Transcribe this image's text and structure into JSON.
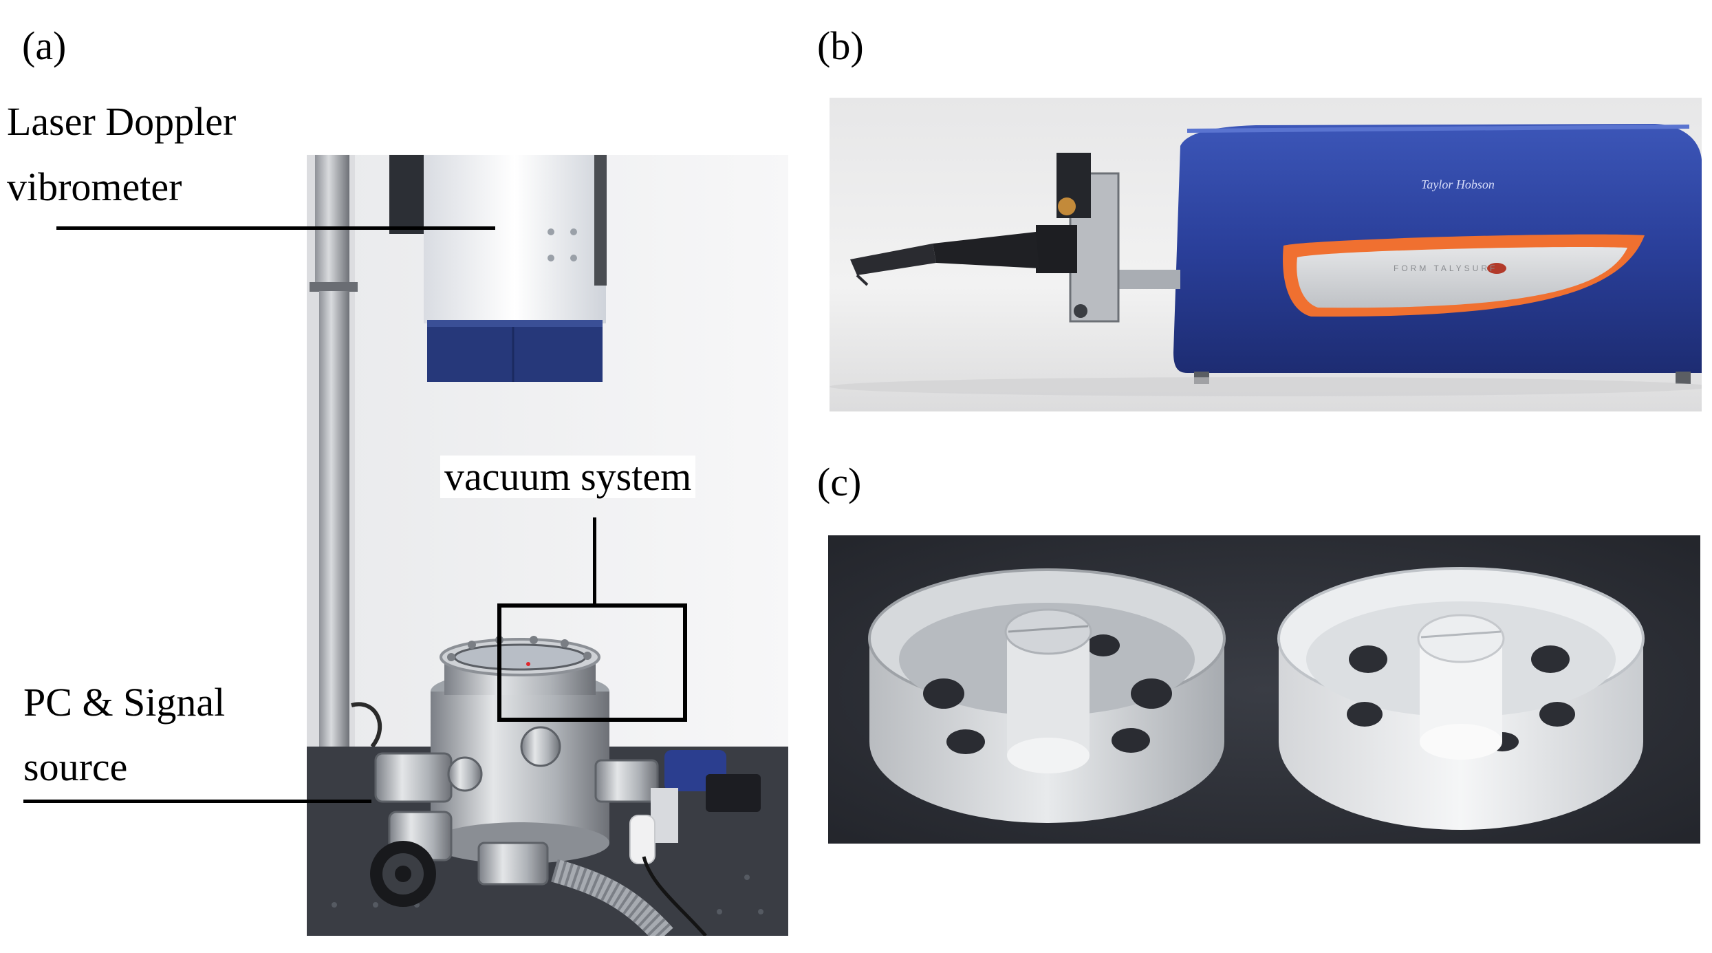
{
  "panels": {
    "a": {
      "label": "(a)",
      "callouts": {
        "ldv_line1": "Laser Doppler",
        "ldv_line2": "vibrometer",
        "vacuum": "vacuum system",
        "pc_line1": "PC  &  Signal",
        "pc_line2": "source"
      }
    },
    "b": {
      "label": "(b)"
    },
    "c": {
      "label": "(c)"
    }
  },
  "colors": {
    "instrument_blue": "#2a3f9a",
    "orange_band": "#f07030",
    "chamber_steel": "#c9ccd0",
    "dark_surface": "#2d2f36",
    "frosted_glass": "#e6e8ea"
  }
}
